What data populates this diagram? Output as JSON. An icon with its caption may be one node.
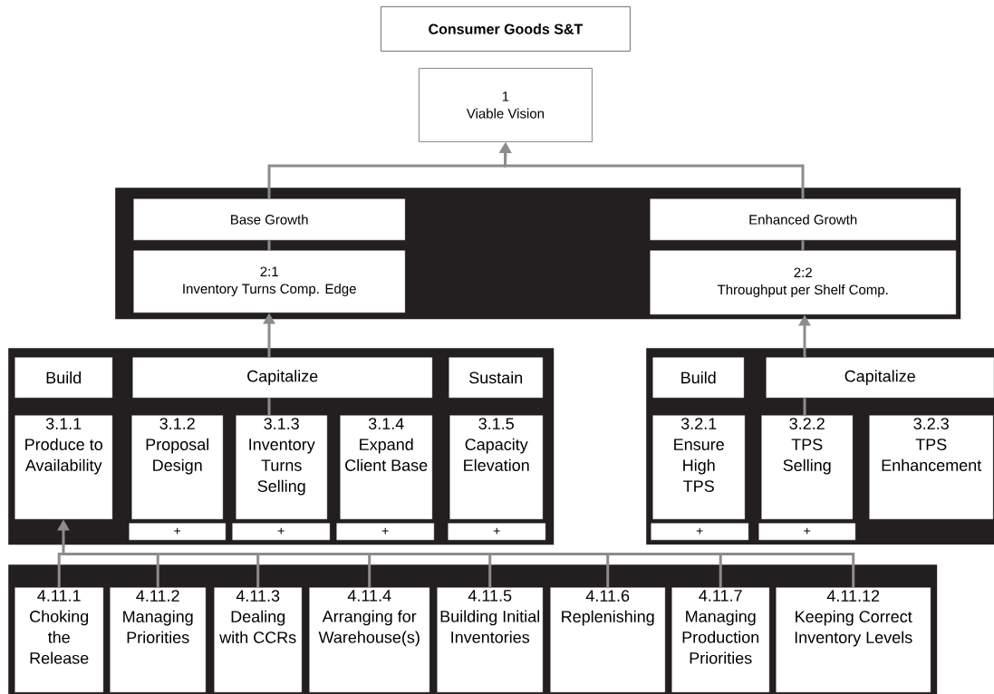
{
  "diagram": {
    "nodes": [
      {
        "text": [
          "Consumer Goods S&T"
        ]
      },
      {
        "text": [
          "1",
          "Viable Vision"
        ]
      },
      {
        "text": [],
        "shape": "box"
      },
      {
        "text": [
          "Base Growth"
        ],
        "in": 2
      },
      {
        "text": [
          "2:1",
          "Inventory Turns Comp. Edge"
        ],
        "in": 2
      },
      {
        "text": [
          "Enhanced Growth"
        ],
        "in": 2
      },
      {
        "text": [
          "2:2",
          "Throughput per Shelf Comp."
        ],
        "in": 2
      },
      {
        "text": [],
        "shape": "box"
      },
      {
        "text": [
          "Build"
        ],
        "in": 7
      },
      {
        "text": [
          "Capitalize"
        ],
        "in": 7
      },
      {
        "text": [
          "Sustain"
        ],
        "in": 7
      },
      {
        "text": [
          "3.1.1",
          "Produce to Availability"
        ],
        "in": 7
      },
      {
        "text": [
          "3.1.2",
          "Proposal Design"
        ],
        "in": 7
      },
      {
        "text": [
          "3.1.3",
          "Inventory Turns Selling"
        ],
        "in": 7
      },
      {
        "text": [
          "3.1.4",
          "Expand Client Base"
        ],
        "in": 7
      },
      {
        "text": [
          "3.1.5",
          "Capacity Elevation"
        ],
        "in": 7
      },
      {
        "text": [
          "+"
        ],
        "in": 7
      },
      {
        "text": [
          "+"
        ],
        "in": 7
      },
      {
        "text": [
          "+"
        ],
        "in": 7
      },
      {
        "text": [
          "+"
        ],
        "in": 7
      },
      {
        "text": [],
        "shape": "box"
      },
      {
        "text": [
          "Build"
        ],
        "in": 20
      },
      {
        "text": [
          "Capitalize"
        ],
        "in": 20
      },
      {
        "text": [
          "3.2.1",
          "Ensure High TPS"
        ],
        "in": 20
      },
      {
        "text": [
          "3.2.2",
          "TPS Selling"
        ],
        "in": 20
      },
      {
        "text": [
          "3.2.3",
          "TPS Enhancement"
        ],
        "in": 20
      },
      {
        "text": [
          "+"
        ],
        "in": 20
      },
      {
        "text": [
          "+"
        ],
        "in": 20
      },
      {
        "text": [],
        "shape": "box"
      },
      {
        "text": [
          "4.11.1",
          "Choking the Release"
        ],
        "in": 28
      },
      {
        "text": [
          "4.11.2",
          "Managing Priorities"
        ],
        "in": 28
      },
      {
        "text": [
          "4.11.3",
          "Dealing with CCRs"
        ],
        "in": 28
      },
      {
        "text": [
          "4.11.4",
          "Arranging for Warehouse(s)"
        ],
        "in": 28
      },
      {
        "text": [
          "4.11.5",
          "Building Initial Inventories"
        ],
        "in": 28
      },
      {
        "text": [
          "4.11.6",
          "Replenishing"
        ],
        "in": 28
      },
      {
        "text": [
          "4.11.7",
          "Managing Production Priorities"
        ],
        "in": 28
      },
      {
        "text": [
          "4.11.12",
          "Keeping Correct Inventory Levels"
        ],
        "in": 28
      }
    ],
    "edges": [
      {
        "from": 3,
        "to": 1,
        "arrow": "to"
      },
      {
        "from": 5,
        "to": 1,
        "arrow": "to"
      },
      {
        "from": 4,
        "to": 3,
        "arrow": "none"
      },
      {
        "from": 9,
        "to": 4,
        "arrow": "to"
      },
      {
        "from": 13,
        "to": 9,
        "arrow": "none"
      },
      {
        "from": 22,
        "to": 6,
        "arrow": "to"
      },
      {
        "from": 24,
        "to": 22,
        "arrow": "none"
      },
      {
        "from": 6,
        "to": 5,
        "arrow": "none"
      },
      {
        "from": 29,
        "to": 11,
        "arrow": "to"
      },
      {
        "from": 30,
        "to": 11,
        "arrow": "to"
      },
      {
        "from": 31,
        "to": 11,
        "arrow": "to"
      },
      {
        "from": 32,
        "to": 11,
        "arrow": "to"
      },
      {
        "from": 33,
        "to": 11,
        "arrow": "to"
      },
      {
        "from": 34,
        "to": 11,
        "arrow": "to"
      },
      {
        "from": 35,
        "to": 11,
        "arrow": "to"
      },
      {
        "from": 36,
        "to": 11,
        "arrow": "to"
      }
    ]
  }
}
